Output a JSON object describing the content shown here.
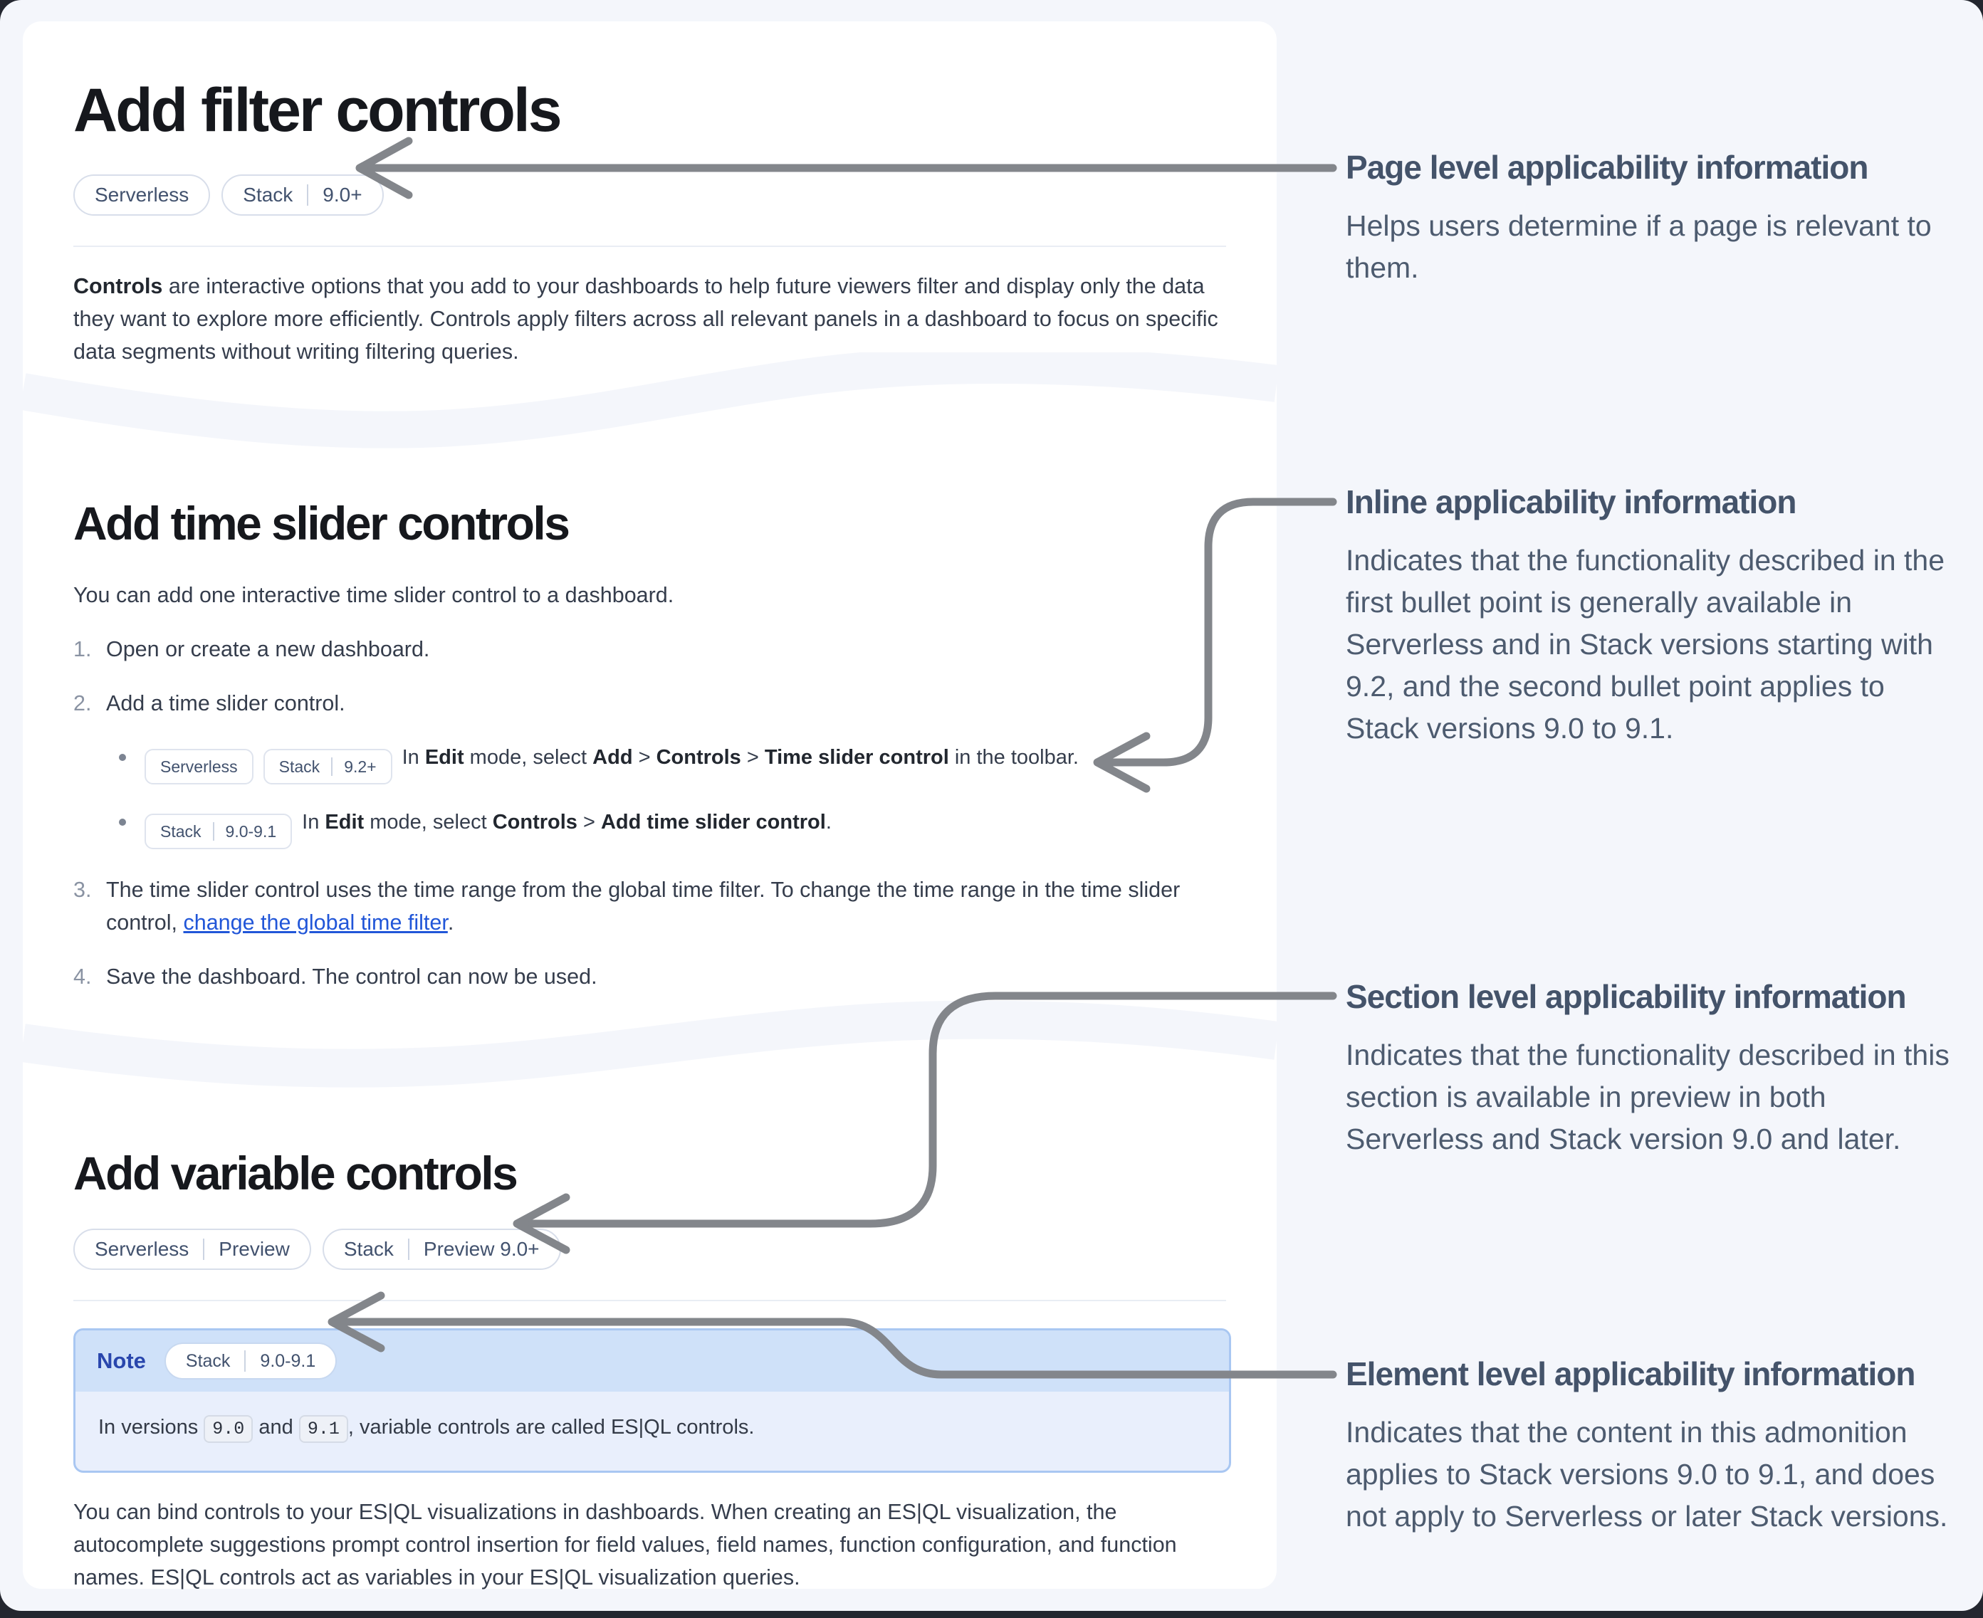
{
  "colors": {
    "page_background": "#f4f6fb",
    "card_background": "#ffffff",
    "outer_frame": "#23262f",
    "heading_text": "#16181d",
    "body_text": "#353d4c",
    "annotation_text": "#4d5b6f",
    "arrow_gray": "#83868b",
    "badge_text": "#42526e",
    "badge_border": "#d8deea",
    "link_blue": "#2156d8",
    "note_border": "#a9c7f2",
    "note_header_bg": "#cfe1f9",
    "note_body_bg": "#e9effc",
    "note_label_blue": "#2946ad"
  },
  "card1": {
    "title": "Add filter controls",
    "badges": [
      {
        "label": "Serverless"
      },
      {
        "label": "Stack",
        "version": "9.0+"
      }
    ],
    "paragraph": {
      "bold": "Controls",
      "rest": " are interactive options that you add to your dashboards to help future viewers filter and display only the data they want to explore more efficiently. Controls apply filters across all relevant panels in a dashboard to focus on specific data segments without writing filtering queries."
    }
  },
  "card2": {
    "title": "Add time slider controls",
    "intro": "You can add one interactive time slider control to a dashboard.",
    "steps": {
      "s1": {
        "num": "1.",
        "text": "Open or create a new dashboard."
      },
      "s2": {
        "num": "2.",
        "text": "Add a time slider control."
      },
      "s3": {
        "num": "3.",
        "pre": "The time slider control uses the time range from the global time filter. To change the time range in the time slider control, ",
        "link": "change the global time filter",
        "post": "."
      },
      "s4": {
        "num": "4.",
        "text": "Save the dashboard. The control can now be used."
      }
    },
    "bullets": {
      "b1": {
        "badges": [
          {
            "label": "Serverless"
          },
          {
            "label": "Stack",
            "version": "9.2+"
          }
        ],
        "segs": [
          "In ",
          "Edit",
          " mode, select ",
          "Add",
          " > ",
          "Controls",
          " > ",
          "Time slider control",
          " in the toolbar."
        ]
      },
      "b2": {
        "badges": [
          {
            "label": "Stack",
            "version": "9.0-9.1"
          }
        ],
        "segs": [
          "In ",
          "Edit",
          " mode, select ",
          "Controls",
          " > ",
          "Add time slider control",
          "."
        ]
      }
    }
  },
  "card3": {
    "title": "Add variable controls",
    "badges": [
      {
        "label": "Serverless",
        "version": "Preview"
      },
      {
        "label": "Stack",
        "version": "Preview 9.0+"
      }
    ],
    "note": {
      "label": "Note",
      "badge": {
        "label": "Stack",
        "version": "9.0-9.1"
      },
      "segs": [
        "In versions ",
        "9.0",
        " and ",
        "9.1",
        ", variable controls are called ES|QL controls."
      ]
    },
    "paragraph": "You can bind controls to your ES|QL visualizations in dashboards. When creating an ES|QL visualization, the autocomplete suggestions prompt control insertion for field values, field names, function configuration, and function names. ES|QL controls act as variables in your ES|QL visualization queries."
  },
  "annotations": [
    {
      "title": "Page level applicability information",
      "body": "Helps users determine if a page is relevant to them."
    },
    {
      "title": "Inline applicability information",
      "body": "Indicates that the functionality described in the first bullet point is generally available in Serverless and in Stack versions starting with 9.2, and the second bullet point applies to Stack versions 9.0 to 9.1."
    },
    {
      "title": "Section level applicability information",
      "body": "Indicates that the functionality described in this section is available in preview in both Serverless and Stack version 9.0 and later."
    },
    {
      "title": "Element level applicability information",
      "body": "Indicates that the content in this admonition applies to Stack versions 9.0 to 9.1, and does not apply to Serverless or later Stack versions."
    }
  ]
}
